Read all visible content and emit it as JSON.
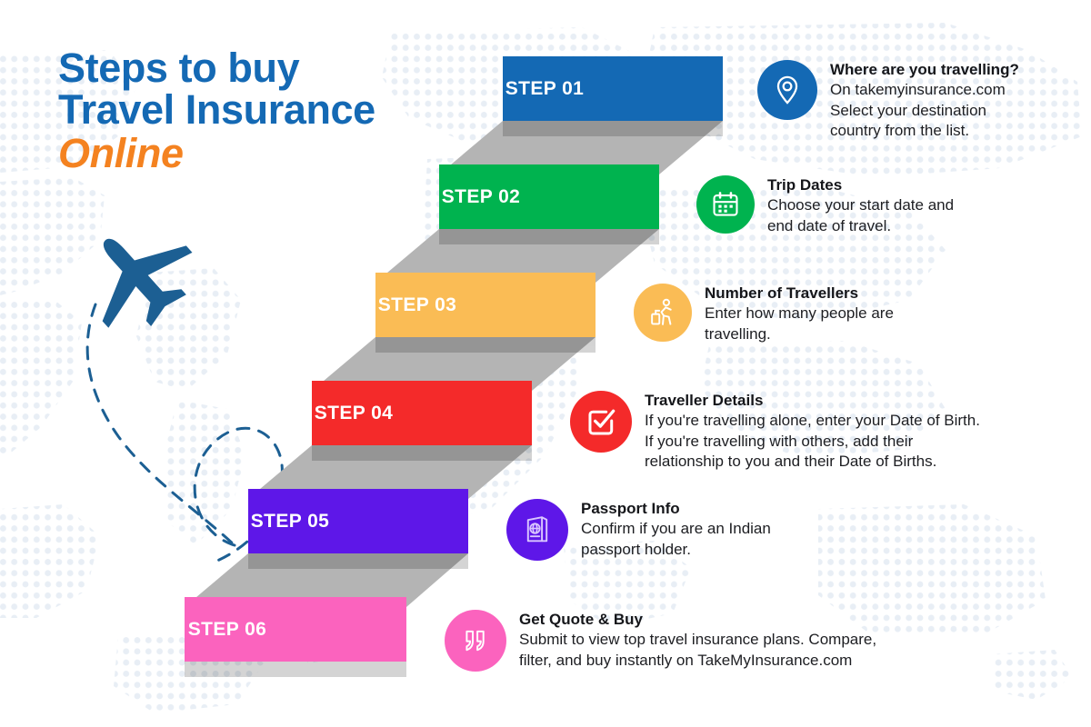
{
  "title": {
    "line1": "Steps to buy",
    "line2": "Travel Insurance",
    "line3": "Online",
    "color_primary": "#1469B4",
    "color_accent": "#F48220"
  },
  "theme": {
    "background": "#FFFFFF",
    "dot_color": "#E8EEF5",
    "ribbon_gray": "#B4B4B4",
    "plane_color": "#1C5F93",
    "route_color": "#1C5F93"
  },
  "steps": [
    {
      "label": "STEP 01",
      "color": "#1469B4",
      "icon": "location-pin-icon",
      "heading": "Where are you travelling?",
      "body": "On takemyinsurance.com\nSelect your destination\ncountry from the list."
    },
    {
      "label": "STEP 02",
      "color": "#00B34F",
      "icon": "calendar-icon",
      "heading": "Trip Dates",
      "body": "Choose your start date and\nend date of travel."
    },
    {
      "label": "STEP 03",
      "color": "#FABC55",
      "icon": "traveller-luggage-icon",
      "heading": "Number of Travellers",
      "body": "Enter how many people are\ntravelling."
    },
    {
      "label": "STEP 04",
      "color": "#F42A2A",
      "icon": "checkbox-check-icon",
      "heading": "Traveller Details",
      "body": "If you're travelling alone, enter your Date of Birth.\nIf you're travelling with others, add their\nrelationship to you and their Date of Births."
    },
    {
      "label": "STEP 05",
      "color": "#5E17E8",
      "icon": "passport-globe-icon",
      "heading": "Passport Info",
      "body": " Confirm if you are an Indian\npassport holder."
    },
    {
      "label": "STEP 06",
      "color": "#FB63BE",
      "icon": "quote-marks-icon",
      "heading": "Get Quote & Buy",
      "body": "Submit to view top travel insurance plans. Compare,\nfilter, and buy instantly on TakeMyInsurance.com"
    }
  ]
}
